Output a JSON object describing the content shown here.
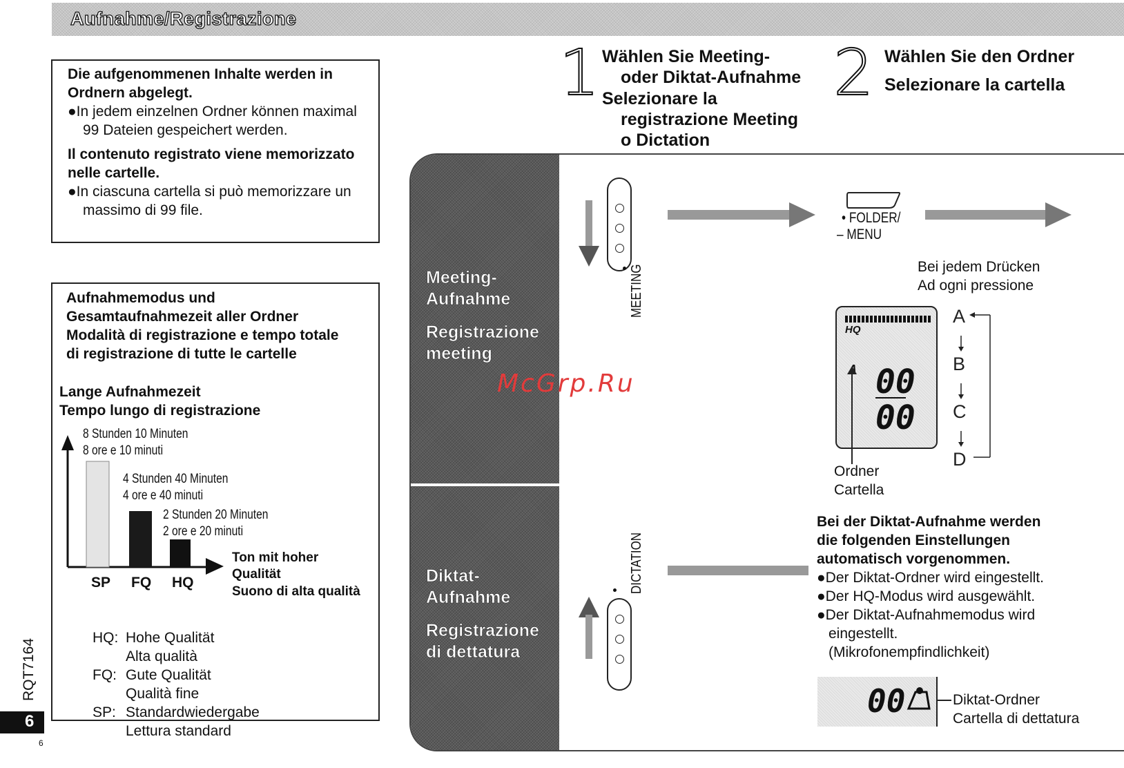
{
  "header": {
    "title": "Aufnahme/Registrazione"
  },
  "info_box_1": {
    "heading_de": "Die aufgenommenen Inhalte werden in Ordnern abgelegt.",
    "bullet_de": "●In jedem einzelnen Ordner können maximal 99 Dateien gespeichert werden.",
    "heading_it": "Il contenuto registrato viene memorizzato nelle cartelle.",
    "bullet_it": "●In ciascuna cartella si può memorizzare un massimo di 99 file."
  },
  "info_box_2": {
    "heading_line1": "Aufnahmemodus und",
    "heading_line2": "Gesamtaufnahmezeit aller Ordner",
    "heading_line3": "Modalità di registrazione e tempo totale",
    "heading_line4": "di registrazione di tutte le cartelle",
    "long_time_de": "Lange Aufnahmezeit",
    "long_time_it": "Tempo lungo di registrazione",
    "sp_time_de": "8 Stunden 10 Minuten",
    "sp_time_it": "8 ore e 10 minuti",
    "fq_time_de": "4 Stunden 40 Minuten",
    "fq_time_it": "4 ore e 40 minuti",
    "hq_time_de": "2 Stunden 20 Minuten",
    "hq_time_it": "2 ore e 20 minuti",
    "quality_de": "Ton mit hoher",
    "quality_de2": "Qualität",
    "quality_it": "Suono di alta qualità",
    "categories": [
      "SP",
      "FQ",
      "HQ"
    ],
    "legend": [
      {
        "code": "HQ:",
        "de": "Hohe Qualität",
        "it": "Alta qualità"
      },
      {
        "code": "FQ:",
        "de": "Gute Qualität",
        "it": "Qualità fine"
      },
      {
        "code": "SP:",
        "de": "Standardwiedergabe",
        "it": "Lettura standard"
      }
    ]
  },
  "side": {
    "model_code": "RQT7164",
    "page_badge": "6",
    "page_small": "6"
  },
  "step1": {
    "number": "1",
    "line1": "Wählen Sie Meeting-",
    "line2": "oder Diktat-Aufnahme",
    "line3": "Selezionare la",
    "line4": "registrazione Meeting",
    "line5": "o Dictation"
  },
  "step2": {
    "number": "2",
    "line1": "Wählen Sie den Ordner",
    "line2": "Selezionare la cartella"
  },
  "meeting": {
    "label_de1": "Meeting-",
    "label_de2": "Aufnahme",
    "label_it1": "Registrazione",
    "label_it2": "meeting",
    "switch_label": "MEETING",
    "folder_button_line1": "• FOLDER/",
    "folder_button_line2": "– MENU",
    "press_de": "Bei jedem Drücken",
    "press_it": "Ad ogni pressione",
    "lcd_mode": "HQ",
    "lcd_folder": "A",
    "lcd_top": "00",
    "lcd_bottom": "00",
    "folders": [
      "A",
      "B",
      "C",
      "D"
    ],
    "folder_label_de": "Ordner",
    "folder_label_it": "Cartella"
  },
  "dictation": {
    "label_de1": "Diktat-",
    "label_de2": "Aufnahme",
    "label_it1": "Registrazione",
    "label_it2": "di dettatura",
    "switch_label": "DICTATION",
    "note_heading1": "Bei der Diktat-Aufnahme werden",
    "note_heading2": "die folgenden Einstellungen",
    "note_heading3": "automatisch vorgenommen.",
    "bullet1": "●Der Diktat-Ordner wird eingestellt.",
    "bullet2": "●Der HQ-Modus wird ausgewählt.",
    "bullet3": "●Der Diktat-Aufnahmemodus wird",
    "bullet3b": "eingestellt.",
    "bullet3c": "(Mikrofonempfindlichkeit)",
    "lcd_value": "00",
    "folder_de": "Diktat-Ordner",
    "folder_it": "Cartella di dettatura"
  },
  "watermark": "McGrp.Ru"
}
